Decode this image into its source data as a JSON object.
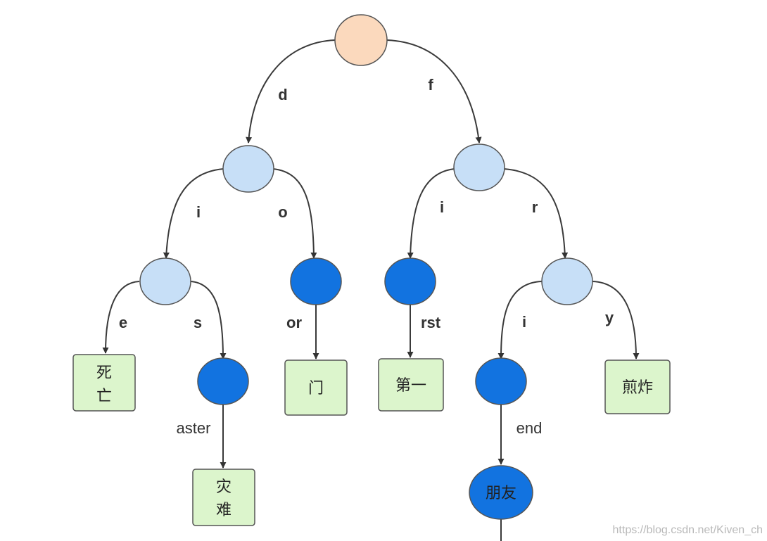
{
  "colors": {
    "root": "#fbd9bd",
    "internal": "#c7dff7",
    "terminal": "#1273e0",
    "leaf_box": "#dcf5cc",
    "outline": "#555555",
    "edge": "#3a3a3a"
  },
  "edges": {
    "d": "d",
    "f": "f",
    "d_i": "i",
    "d_o": "o",
    "f_i": "i",
    "f_r": "r",
    "di_e": "e",
    "di_s": "s",
    "do_or": "or",
    "fi_rst": "rst",
    "fr_i": "i",
    "fr_y": "y",
    "dis_aster": "aster",
    "fri_end": "end"
  },
  "leaves": {
    "die_line1": "死",
    "die_line2": "亡",
    "disaster_line1": "灾",
    "disaster_line2": "难",
    "door": "门",
    "first": "第一",
    "fry": "煎炸",
    "friend": "朋友"
  },
  "watermark": "https://blog.csdn.net/Kiven_ch"
}
